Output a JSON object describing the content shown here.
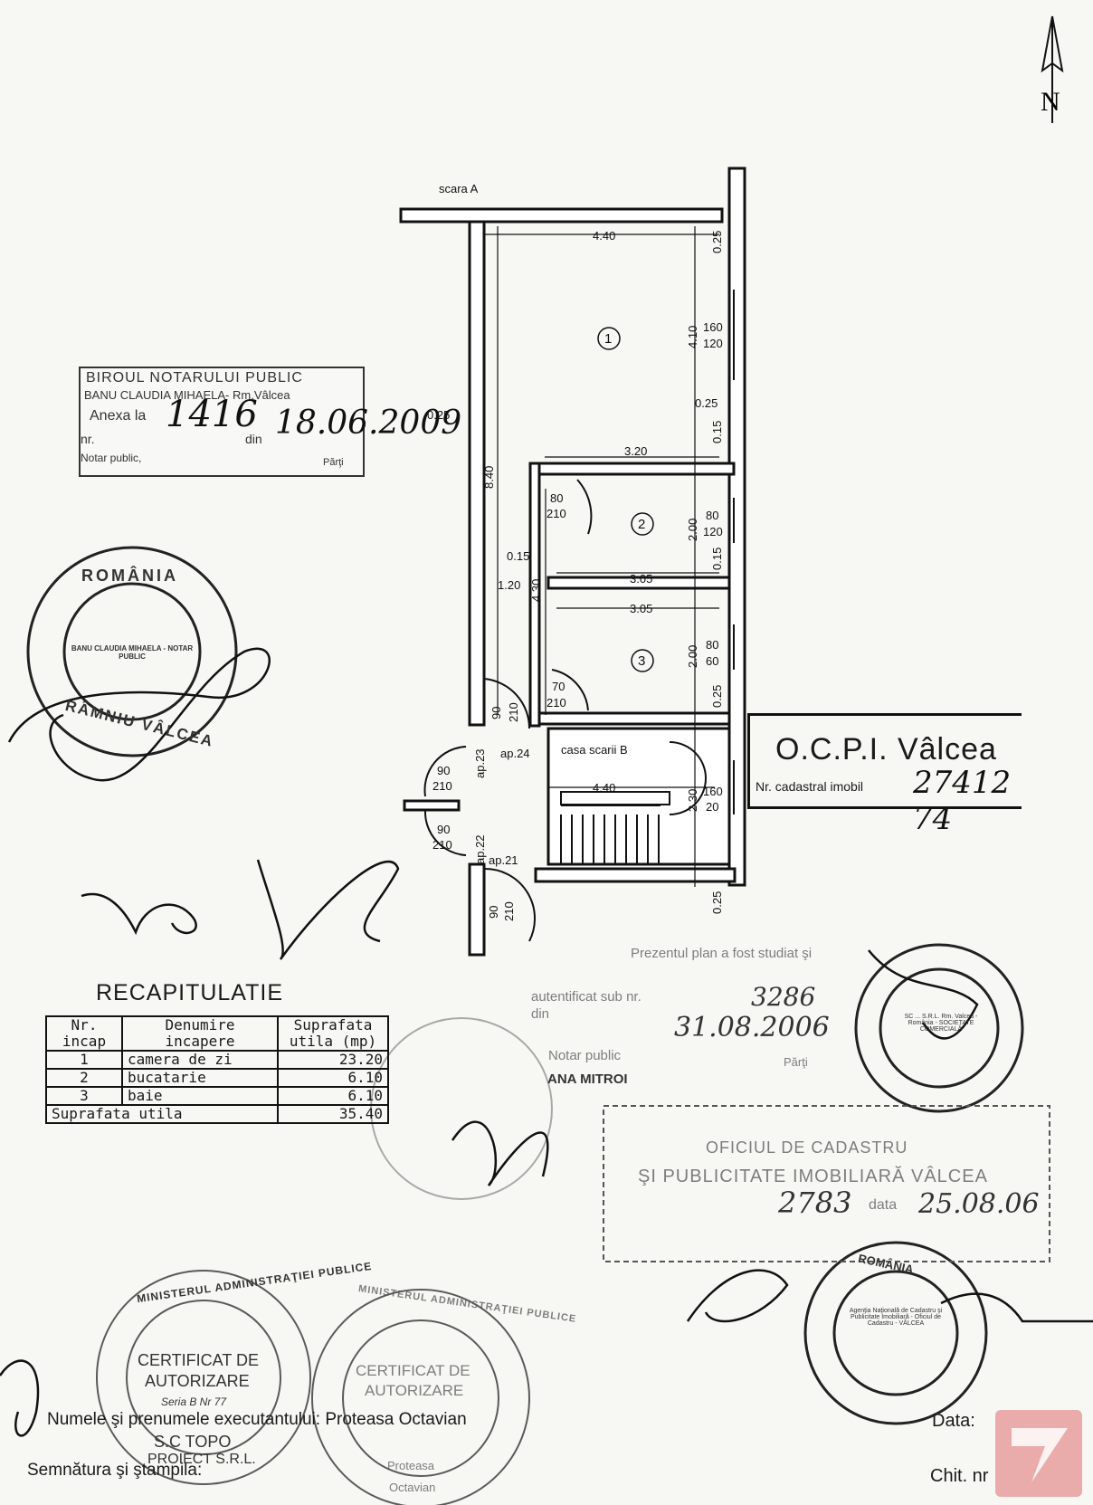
{
  "compass": {
    "letter": "N"
  },
  "plan": {
    "stair_a": "scara A",
    "stair_b": "casa scarii B",
    "rooms": [
      "1",
      "2",
      "3"
    ],
    "dims": {
      "top_width": "4.40",
      "right_top": "0.25",
      "right_410": "4.10",
      "win1_top": "160",
      "win1_bot": "120",
      "right_025b": "0.25",
      "right_015a": "0.15",
      "w320": "3.20",
      "door2_top": "80",
      "door2_bot": "210",
      "right_200a": "2.00",
      "win2_top": "80",
      "win2_bot": "120",
      "left_015": "0.15",
      "right_015b": "0.15",
      "left_840": "8.40",
      "left_025": "0.25",
      "left_120": "1.20",
      "left_430": "4.30",
      "w305a": "3.05",
      "w305b": "3.05",
      "right_200b": "2.00",
      "win3_top": "80",
      "win3_bot": "60",
      "door3_top": "70",
      "door3_bot": "210",
      "right_025c": "0.25",
      "door_hall_top": "90",
      "door_hall_bot": "210",
      "ap24": "ap.24",
      "ap23": "ap.23",
      "ap23_door_top": "90",
      "ap23_door_bot": "210",
      "stair_width": "4.40",
      "stair_230": "2.30",
      "stair_win_top": "160",
      "stair_win_bot": "20",
      "ap22": "ap.22",
      "ap22_door_top": "90",
      "ap22_door_bot": "210",
      "ap21": "ap.21",
      "bottom_door_top": "90",
      "bottom_door_bot": "210",
      "bottom_right": "0.25"
    }
  },
  "notary_box": {
    "line1": "BIROUL NOTARULUI PUBLIC",
    "line2": "BANU CLAUDIA MIHAELA- Rm.Vâlcea",
    "line3": "Anexa la",
    "line4_nr": "nr.",
    "line4_din": "din",
    "line5": "Notar public,",
    "line5_right": "Părţi",
    "hand_nr": "1416",
    "hand_date": "18.06.2009"
  },
  "round_seal_left": {
    "top": "ROMÂNIA",
    "middle": "BANU CLAUDIA MIHAELA - NOTAR PUBLIC",
    "bottom": "RÂMNIU VÂLCEA"
  },
  "ocpi_box": {
    "title": "O.C.P.I. Vâlcea",
    "subtitle": "Nr. cadastral imobil",
    "hand_value": "27412 74"
  },
  "recap": {
    "title": "RECAPITULATIE",
    "headers": [
      "Nr. incap",
      "Denumire incapere",
      "Suprafata utila (mp)"
    ],
    "rows": [
      [
        "1",
        "camera de zi",
        "23.20"
      ],
      [
        "2",
        "bucatarie",
        "6.10"
      ],
      [
        "3",
        "baie",
        "6.10"
      ]
    ],
    "total_label": "Suprafata utila",
    "total_value": "35.40"
  },
  "notary_stamp2": {
    "line1": "Prezentul plan a fost studiat şi",
    "line2": "autentificat sub nr.",
    "hand_nr": "3286",
    "line3": "din",
    "hand_date": "31.08.2006",
    "line4": "Notar public",
    "line4_right": "Părţi",
    "name": "ANA MITROI"
  },
  "cadastru_box": {
    "line1": "OFICIUL DE CADASTRU",
    "line2": "ŞI PUBLICITATE IMOBILIARĂ VÂLCEA",
    "line3_label": "data",
    "hand_nr": "2783",
    "hand_date": "25.08.06"
  },
  "seal_right_top": {
    "text": "SC ... S.R.L. Rm. Valcea - România - SOCIETATE COMERCIALĂ"
  },
  "seal_right_bottom": {
    "top": "ROMÂNIA",
    "ring": "Agenţia Naţională de Cadastru şi Publicitate Imobiliară - Oficiul de Cadastru - VÂLCEA"
  },
  "seal_cert1": {
    "ring": "MINISTERUL ADMINISTRAŢIEI PUBLICE",
    "line1": "CERTIFICAT DE",
    "line2": "AUTORIZARE",
    "line3": "Seria B Nr 77",
    "line4": "S.C TOPO",
    "line5": "PROIECT S.R.L."
  },
  "seal_cert2": {
    "ring": "MINISTERUL ADMINISTRAŢIEI PUBLICE",
    "line1": "CERTIFICAT DE",
    "line2": "AUTORIZARE",
    "line3": "Proteasa",
    "line4": "Octavian"
  },
  "footer": {
    "executant": "Numele şi prenumele executantului: Proteasa Octavian",
    "semnatura": "Semnătura şi ştampila:",
    "data": "Data:",
    "chit": "Chit. nr"
  }
}
